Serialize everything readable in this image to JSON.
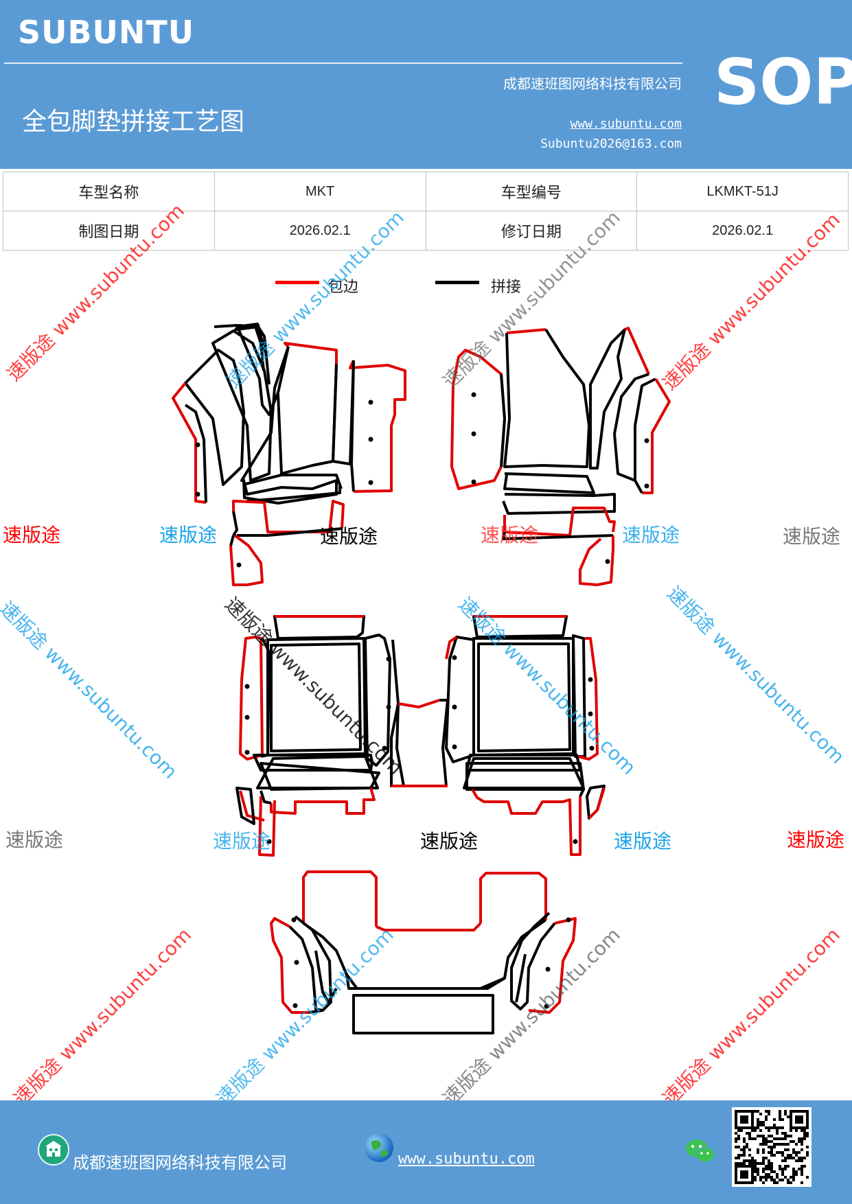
{
  "header": {
    "brand": "SUBUNTU",
    "company": "成都速班图网络科技有限公司",
    "title": "全包脚垫拼接工艺图",
    "website": "www.subuntu.com",
    "email": "Subuntu2026@163.com",
    "doc_type": "SOP"
  },
  "info_table": {
    "model_name_label": "车型名称",
    "model_name": "MKT",
    "model_code_label": "车型编号",
    "model_code": "LKMKT-51J",
    "draw_date_label": "制图日期",
    "draw_date": "2026.02.1",
    "revise_date_label": "修订日期",
    "revise_date": "2026.02.1"
  },
  "legend": {
    "items": [
      {
        "label": "包边",
        "color": "#ff0000"
      },
      {
        "label": "拼接",
        "color": "#000000"
      }
    ]
  },
  "watermarks": {
    "brand_text": "速版途",
    "diagonal_text": "速版途 www.subuntu.com",
    "colors": [
      "#ff0000",
      "#1aa3e8",
      "#777777",
      "#000000"
    ]
  },
  "footer": {
    "company": "成都速班图网络科技有限公司",
    "website": "www.subuntu.com",
    "icons": [
      "building-icon",
      "globe-icon",
      "wechat-icon",
      "qr-code"
    ]
  },
  "colors": {
    "header_bg": "#5b9bd5",
    "edge_binding": "#ff0000",
    "seam": "#000000"
  }
}
